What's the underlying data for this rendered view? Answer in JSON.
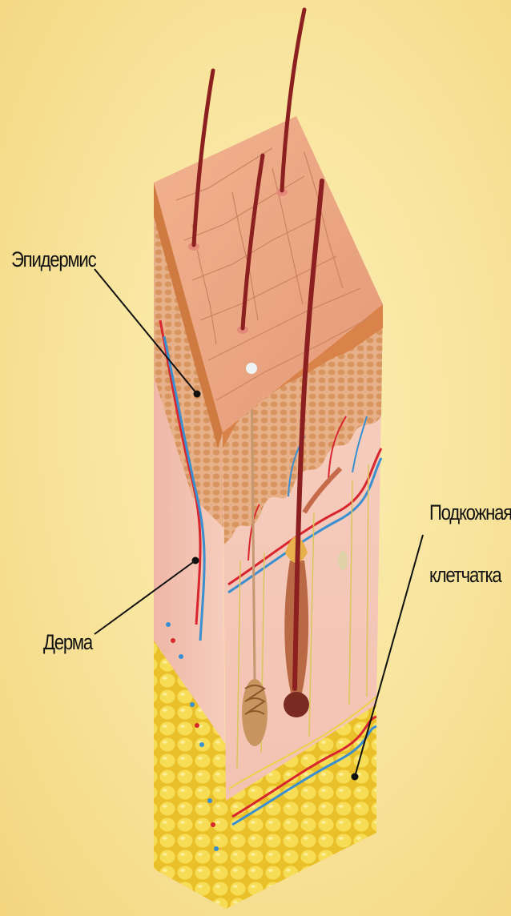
{
  "labels": {
    "epidermis": "Эпидермис",
    "derma": "Дерма",
    "subcutaneous_line1": "Подкожная",
    "subcutaneous_line2": "клетчатка"
  },
  "colors": {
    "background": "#f8e39a",
    "epidermis_top": "#eaa07e",
    "epidermis_layer": "#d9834a",
    "dermis": "#f2c0b0",
    "fat": "#f2d23a",
    "artery": "#d8262e",
    "vein": "#3a8fd0",
    "hair": "#8c1f1f",
    "leader_line": "#111111"
  }
}
